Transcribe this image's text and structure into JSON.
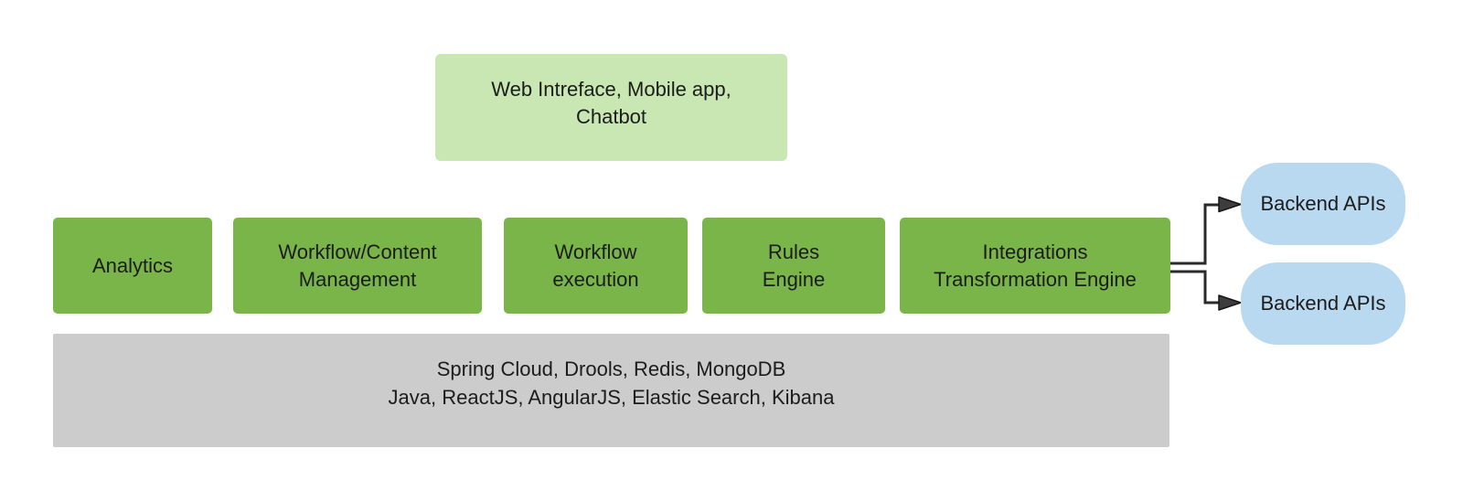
{
  "diagram": {
    "frontend_box": {
      "label": "Web Intreface, Mobile app,\nChatbot"
    },
    "services": [
      {
        "label": "Analytics"
      },
      {
        "label": "Workflow/Content\nManagement"
      },
      {
        "label": "Workflow\nexecution"
      },
      {
        "label": "Rules\nEngine"
      },
      {
        "label": "Integrations\nTransformation Engine"
      }
    ],
    "backend_apis": [
      {
        "label": "Backend APIs"
      },
      {
        "label": "Backend APIs"
      }
    ],
    "tech_stack": {
      "line1": "Spring Cloud, Drools, Redis, MongoDB",
      "line2": "Java, ReactJS, AngularJS, Elastic Search, Kibana"
    },
    "colors": {
      "service_green": "#7ab54a",
      "frontend_green": "#c8e7b2",
      "backend_blue": "#b8d9f0",
      "stack_gray": "#cccccc",
      "connector": "#2a2a2a"
    }
  }
}
